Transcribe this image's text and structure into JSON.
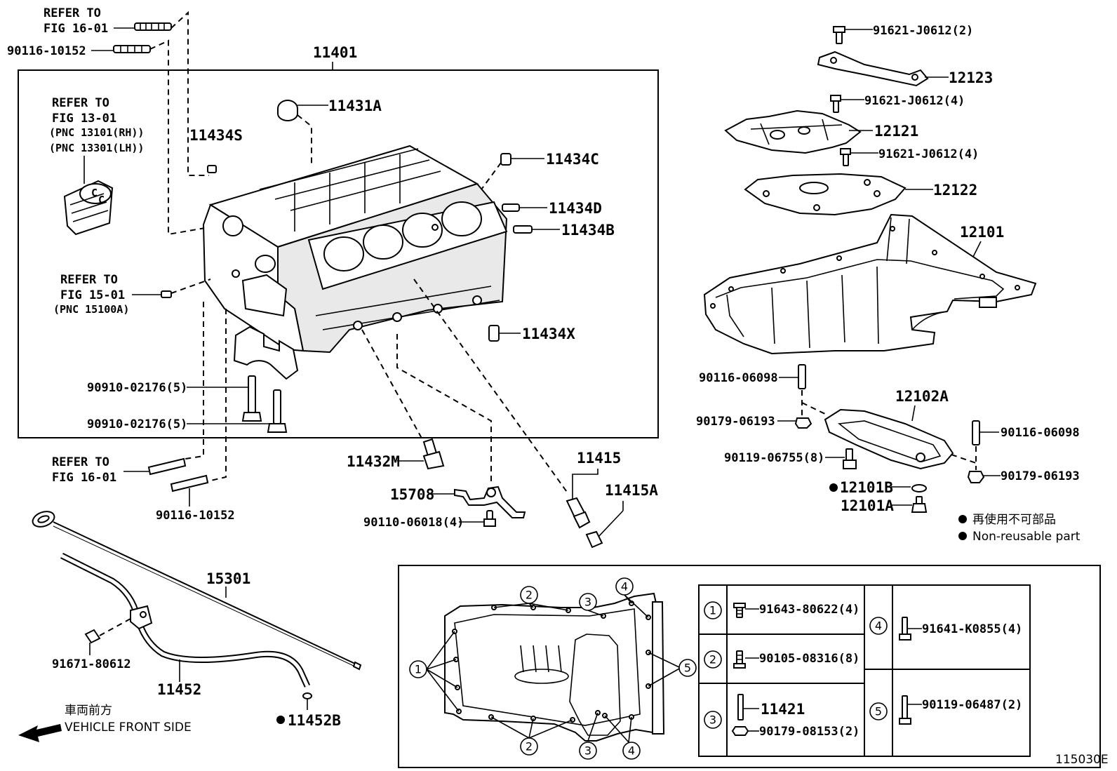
{
  "figure_code": "115030E",
  "refer_notes": {
    "fig16_top_line1": "REFER TO",
    "fig16_top_line2": "FIG 16-01",
    "fig13_line1": "REFER TO",
    "fig13_line2": "FIG 13-01",
    "fig13_line3": "(PNC 13101(RH))",
    "fig13_line4": "(PNC 13301(LH))",
    "fig15_line1": "REFER TO",
    "fig15_line2": "FIG 15-01",
    "fig15_line3": "(PNC 15100A)",
    "fig16_bottom_line1": "REFER TO",
    "fig16_bottom_line2": "FIG 16-01"
  },
  "labels": {
    "p90116_10152_top": "90116-10152",
    "p11401": "11401",
    "p11431A": "11431A",
    "p11434S": "11434S",
    "p11434C": "11434C",
    "p11434D": "11434D",
    "p11434B": "11434B",
    "p11434X": "11434X",
    "p90910_02176_a": "90910-02176(5)",
    "p90910_02176_b": "90910-02176(5)",
    "p90116_10152_bottom": "90116-10152",
    "p11432M": "11432M",
    "p15708": "15708",
    "p90110_06018": "90110-06018(4)",
    "p11415": "11415",
    "p11415A": "11415A",
    "p15301": "15301",
    "p91671_80612": "91671-80612",
    "p11452": "11452",
    "p11452B": "11452B",
    "p91621_J0612_2": "91621-J0612(2)",
    "p12123": "12123",
    "p91621_J0612_4a": "91621-J0612(4)",
    "p12121": "12121",
    "p91621_J0612_4b": "91621-J0612(4)",
    "p12122": "12122",
    "p12101": "12101",
    "p90116_06098_a": "90116-06098",
    "p12102A": "12102A",
    "p90179_06193_a": "90179-06193",
    "p90116_06098_b": "90116-06098",
    "p90119_06755": "90119-06755(8)",
    "p90179_06193_b": "90179-06193",
    "p12101B": "12101B",
    "p12101A": "12101A"
  },
  "legend": {
    "non_reusable_jp": "再使用不可部品",
    "non_reusable_en": "Non-reusable part"
  },
  "vehicle_front": {
    "jp": "車両前方",
    "en": "VEHICLE FRONT SIDE"
  },
  "detail_callouts": [
    "1",
    "2",
    "3",
    "4",
    "5"
  ],
  "bolt_table": {
    "row1_num": "1",
    "row1_part": "91643-80622(4)",
    "row2_num": "2",
    "row2_part": "90105-08316(8)",
    "row3_num": "3",
    "row3_part_a": "11421",
    "row3_part_b": "90179-08153(2)",
    "row4_num": "4",
    "row4_part": "91641-K0855(4)",
    "row5_num": "5",
    "row5_part": "90119-06487(2)"
  }
}
